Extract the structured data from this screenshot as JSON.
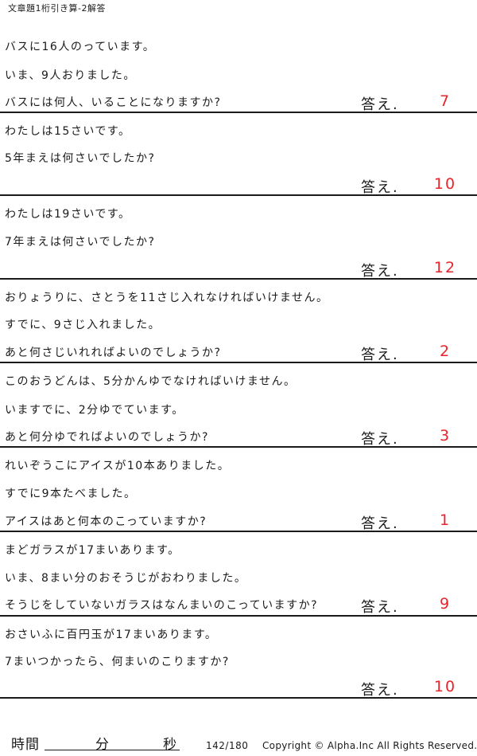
{
  "header": {
    "title": "文章題1桁引き算-2解答"
  },
  "answer_label": "答え.",
  "problems": [
    {
      "lines": [
        "バスに16人のっています。",
        "いま、9人おりました。",
        "バスには何人、いることになりますか?"
      ],
      "answer": "7"
    },
    {
      "lines": [
        "わたしは15さいです。",
        "5年まえは何さいでしたか?"
      ],
      "answer": "10"
    },
    {
      "lines": [
        "わたしは19さいです。",
        "7年まえは何さいでしたか?"
      ],
      "answer": "12"
    },
    {
      "lines": [
        "おりょうりに、さとうを11さじ入れなければいけません。",
        "すでに、9さじ入れました。",
        "あと何さじいれればよいのでしょうか?"
      ],
      "answer": "2"
    },
    {
      "lines": [
        "このおうどんは、5分かんゆでなければいけません。",
        "いますでに、2分ゆでています。",
        "あと何分ゆでればよいのでしょうか?"
      ],
      "answer": "3"
    },
    {
      "lines": [
        "れいぞうこにアイスが10本ありました。",
        "すでに9本たべました。",
        "アイスはあと何本のこっていますか?"
      ],
      "answer": "1"
    },
    {
      "lines": [
        "まどガラスが17まいあります。",
        "いま、8まい分のおそうじがおわりました。",
        "そうじをしていないガラスはなんまいのこっていますか?"
      ],
      "answer": "9"
    },
    {
      "lines": [
        "おさいふに百円玉が17まいあります。",
        "7まいつかったら、何まいのこりますか?"
      ],
      "answer": "10"
    }
  ],
  "footer": {
    "time_label": "時間",
    "minutes_label": "分",
    "seconds_label": "秒",
    "page_number": "142/180",
    "copyright": "Copyright © Alpha.Inc All Rights Reserved."
  }
}
